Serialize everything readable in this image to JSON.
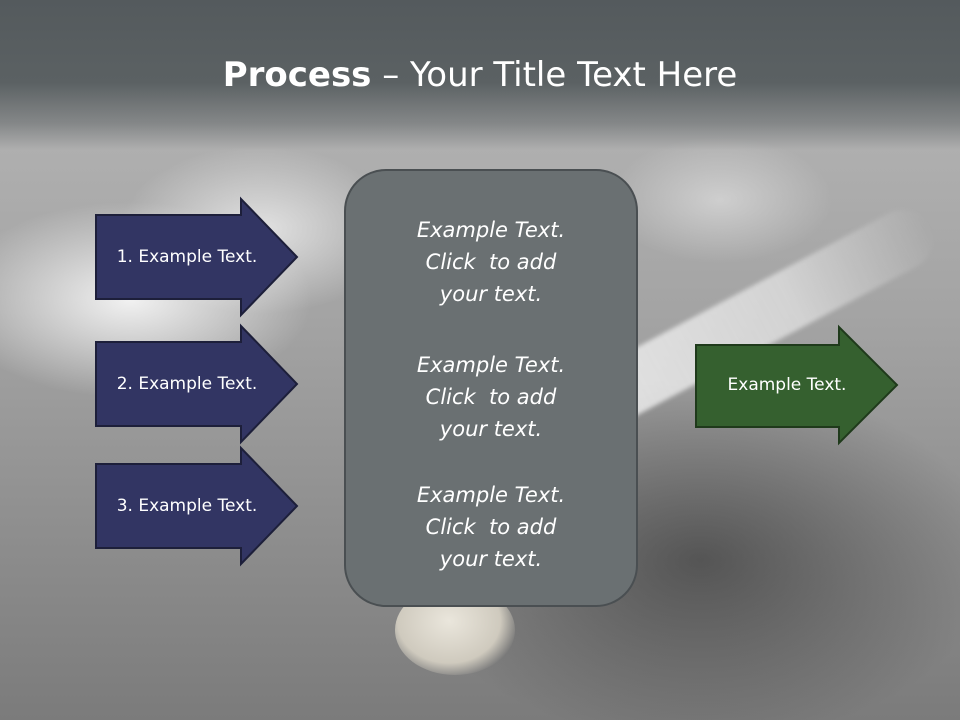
{
  "slide": {
    "title_bold": "Process",
    "title_rest": " – Your Title Text Here"
  },
  "left_arrows": [
    {
      "label": "1. Example Text."
    },
    {
      "label": "2. Example Text."
    },
    {
      "label": "3. Example Text."
    }
  ],
  "center_box": {
    "blocks": [
      {
        "line1": "Example Text.",
        "line2": "Click  to add",
        "line3": "your text."
      },
      {
        "line1": "Example Text.",
        "line2": "Click  to add",
        "line3": "your text."
      },
      {
        "line1": "Example Text.",
        "line2": "Click  to add",
        "line3": "your text."
      }
    ]
  },
  "right_arrow": {
    "label": "Example Text."
  },
  "colors": {
    "left_arrow_fill": "#323563",
    "right_arrow_fill": "#35602f",
    "center_box_fill": "#6a7072",
    "header": "#545a5d"
  }
}
